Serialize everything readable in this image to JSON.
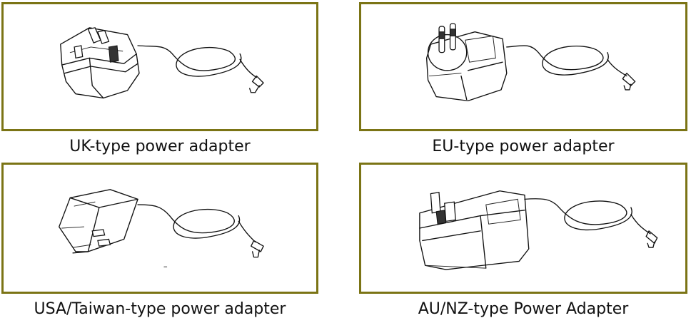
{
  "panels": [
    {
      "caption": "UK-type power adapter",
      "icon": "uk-power-adapter-icon"
    },
    {
      "caption": "EU-type power adapter",
      "icon": "eu-power-adapter-icon"
    },
    {
      "caption": "USA/Taiwan-type power adapter",
      "icon": "usa-taiwan-power-adapter-icon"
    },
    {
      "caption": "AU/NZ-type Power Adapter",
      "icon": "au-nz-power-adapter-icon"
    }
  ],
  "colors": {
    "frame": "#7b7415",
    "line": "#111111",
    "background": "#ffffff"
  }
}
